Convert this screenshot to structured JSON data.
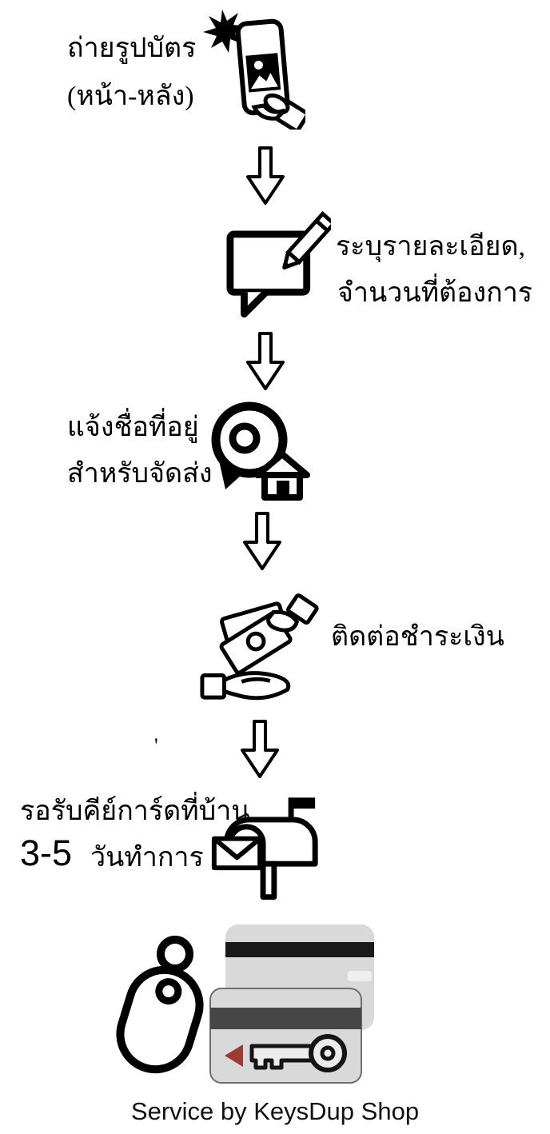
{
  "steps": [
    {
      "name": "photograph-card",
      "line1": "ถ่ายรูปบัตร",
      "line2": "(หน้า-หลัง)",
      "icon": "phone-camera-flash-icon"
    },
    {
      "name": "specify-details",
      "line1": "ระบุรายละเอียด,",
      "line2": "จำนวนที่ต้องการ",
      "icon": "chat-pencil-icon"
    },
    {
      "name": "shipping-name-address",
      "line1": "แจ้งชื่อที่อยู่",
      "line2": "สำหรับจัดส่ง",
      "icon": "location-pin-home-icon"
    },
    {
      "name": "contact-for-payment",
      "line1": "ติดต่อชำระเงิน",
      "icon": "money-exchange-hands-icon"
    },
    {
      "name": "receive-keycard-at-home",
      "line1": "รอรับคีย์การ์ดที่บ้าน",
      "line2_number": "3-5",
      "line2_text": "วันทำการ",
      "icon": "mailbox-letter-icon"
    }
  ],
  "connector_icon": "down-arrow-icon",
  "stray_mark": "'",
  "footer": {
    "label": "Service by KeysDup Shop"
  },
  "colors": {
    "ink": "#000000",
    "card_fill": "#d9d9d9",
    "card_stripe_black": "#1a1a1a",
    "card_stripe_gray": "#464646",
    "key_fill": "#ececec",
    "triangle_red": "#9c3a30",
    "footer_text": "#111111"
  }
}
